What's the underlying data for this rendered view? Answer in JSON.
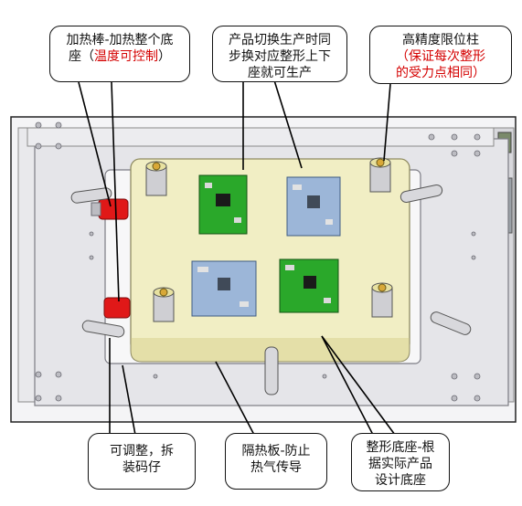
{
  "callouts": {
    "heater": {
      "line1": "加热棒-加热整个底",
      "line2_prefix": "座（",
      "line2_red": "温度可控制",
      "line2_suffix": "）"
    },
    "changeover": {
      "line1": "产品切换生产时同",
      "line2": "步换对应整形上下",
      "line3": "座就可生产"
    },
    "guide_post": {
      "line1": "高精度限位柱",
      "line2_red": "（保证每次整形",
      "line3_red": "的受力点相同）"
    },
    "clamp": {
      "line1": "可调整，拆",
      "line2": "装码仔"
    },
    "insulation": {
      "line1": "隔热板-防止",
      "line2": "热气传导"
    },
    "base": {
      "line1": "整形底座-根",
      "line2": "据实际产品",
      "line3": "设计底座"
    }
  },
  "colors": {
    "frame_border": "#222222",
    "plate": "#e6e6ea",
    "base_block": "#f1eec4",
    "heater_red": "#e01818",
    "pcb_green": "#2aa82a",
    "pcb_blue": "#9cb6d8",
    "callout_red": "#d40000"
  }
}
